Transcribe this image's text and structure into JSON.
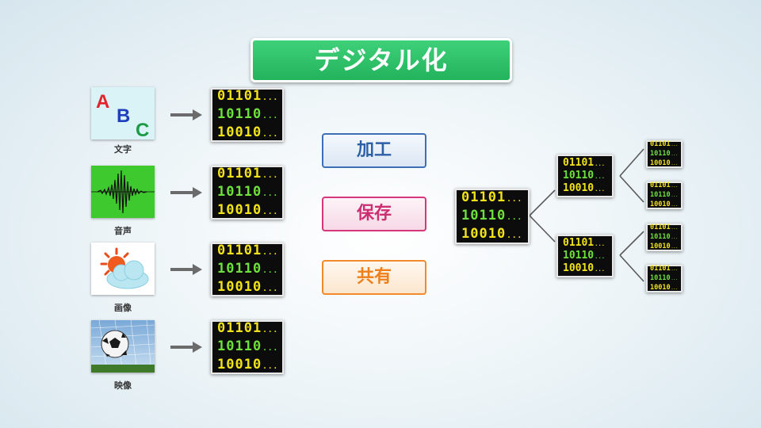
{
  "title": "デジタル化",
  "sources": [
    {
      "label": "文字",
      "icon": "abc-letters-icon",
      "letters": [
        "A",
        "B",
        "C"
      ]
    },
    {
      "label": "音声",
      "icon": "sound-waveform-icon"
    },
    {
      "label": "画像",
      "icon": "sun-cloud-icon"
    },
    {
      "label": "映像",
      "icon": "soccer-ball-video-icon"
    }
  ],
  "digital_code": {
    "rows": [
      "01101",
      "10110",
      "10010"
    ],
    "ellipsis": "..."
  },
  "actions": [
    {
      "label": "加工",
      "color": "#3d6fb4"
    },
    {
      "label": "保存",
      "color": "#d6367a"
    },
    {
      "label": "共有",
      "color": "#f08a2a"
    }
  ],
  "colors": {
    "title_bg": "#2cc066",
    "digit_yellow": "#f2e21a",
    "digit_green": "#6ee03c",
    "arrow": "#6b6b6b"
  }
}
